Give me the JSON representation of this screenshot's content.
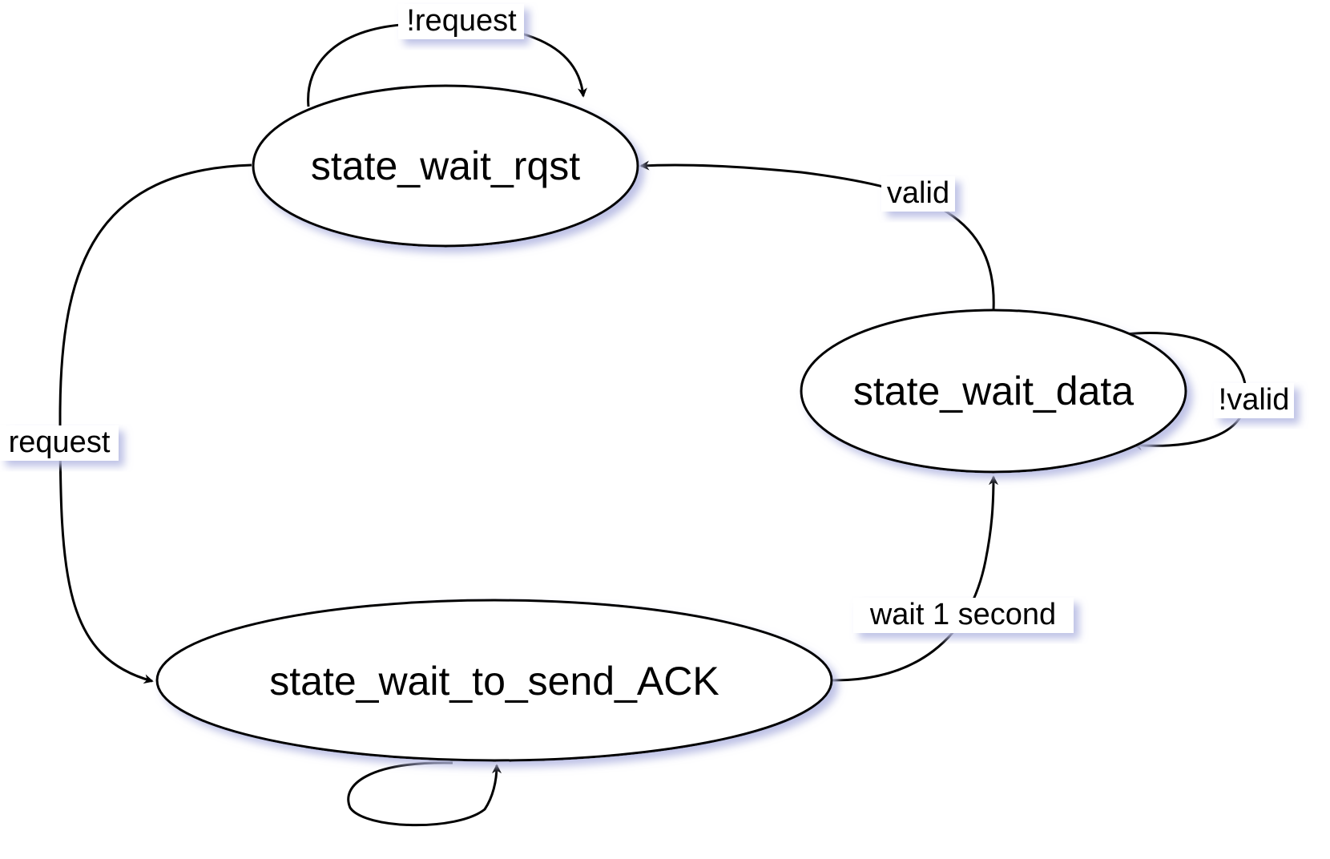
{
  "diagram": {
    "type": "state-machine",
    "colors": {
      "line": "#000000",
      "node_fill": "#ffffff",
      "shadow": "#b7bbe3",
      "background": "#ffffff"
    },
    "states": {
      "wait_rqst": "state_wait_rqst",
      "wait_data": "state_wait_data",
      "wait_to_send_ack": "state_wait_to_send_ACK"
    },
    "transitions": {
      "rqst_self": {
        "from": "state_wait_rqst",
        "to": "state_wait_rqst",
        "label": "!request"
      },
      "rqst_to_ack": {
        "from": "state_wait_rqst",
        "to": "state_wait_to_send_ACK",
        "label": "request"
      },
      "data_to_rqst": {
        "from": "state_wait_data",
        "to": "state_wait_rqst",
        "label": "valid"
      },
      "data_self": {
        "from": "state_wait_data",
        "to": "state_wait_data",
        "label": "!valid"
      },
      "ack_to_data": {
        "from": "state_wait_to_send_ACK",
        "to": "state_wait_data",
        "label": "wait 1 second"
      },
      "ack_self": {
        "from": "state_wait_to_send_ACK",
        "to": "state_wait_to_send_ACK",
        "label": ""
      }
    }
  }
}
